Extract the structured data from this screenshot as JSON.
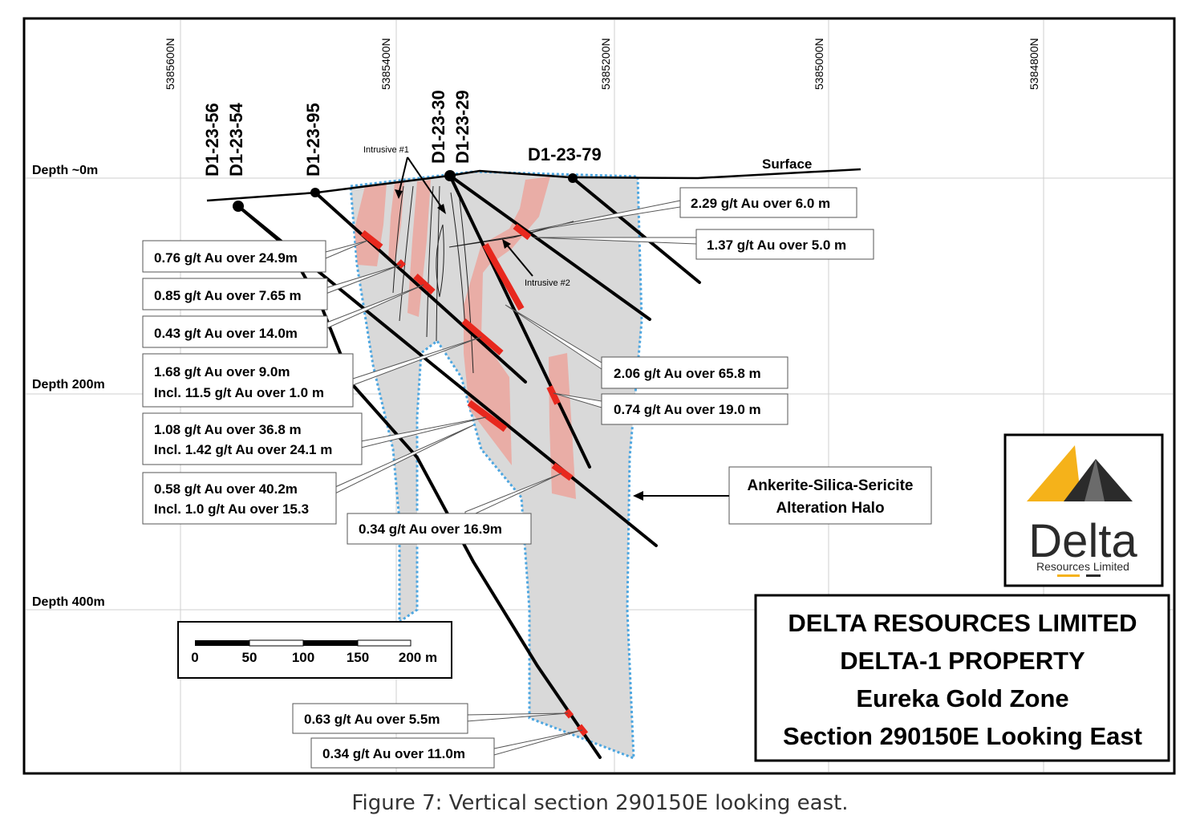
{
  "northing_labels": [
    "5385600N",
    "5385400N",
    "5385200N",
    "5385000N",
    "5384800N"
  ],
  "depth_labels": [
    "Depth ~0m",
    "Depth 200m",
    "Depth 400m"
  ],
  "surface_label": "Surface",
  "hole_labels": [
    "D1-23-56",
    "D1-23-54",
    "D1-23-95",
    "D1-23-30",
    "D1-23-29",
    "D1-23-79"
  ],
  "intrusive_labels": [
    "Intrusive #1",
    "Intrusive #2"
  ],
  "intercepts": [
    "2.29 g/t Au over 6.0 m",
    "1.37 g/t Au over 5.0 m",
    "0.76 g/t Au over 24.9m",
    "0.85 g/t Au over 7.65 m",
    "0.43 g/t Au over 14.0m",
    "1.68 g/t Au over 9.0m",
    "Incl. 11.5 g/t Au over 1.0 m",
    "2.06 g/t Au over 65.8 m",
    "0.74 g/t Au over 19.0 m",
    "1.08 g/t Au over 36.8 m",
    "Incl. 1.42 g/t Au over 24.1 m",
    "0.58 g/t Au over 40.2m",
    "Incl. 1.0 g/t Au over 15.3",
    "0.34 g/t Au over 16.9m",
    "0.63 g/t Au over 5.5m",
    "0.34 g/t Au over 11.0m"
  ],
  "halo_label": [
    "Ankerite-Silica-Sericite",
    "Alteration Halo"
  ],
  "scale_bar": {
    "ticks": [
      "0",
      "50",
      "100",
      "150",
      "200 m"
    ]
  },
  "logo": {
    "name": "Delta",
    "tagline": "Resources Limited"
  },
  "title_block": [
    "DELTA RESOURCES LIMITED",
    "DELTA-1 PROPERTY",
    "Eureka Gold Zone",
    "Section 290150E Looking East"
  ],
  "caption": "Figure 7: Vertical section 290150E looking east.",
  "colors": {
    "halo": "#d9d9d9",
    "halo_border": "#4da6e0",
    "intrusive": "#eba49c",
    "intercept": "#e8281e",
    "logo_gold": "#f5b21a",
    "logo_dark": "#2b2b2b"
  }
}
